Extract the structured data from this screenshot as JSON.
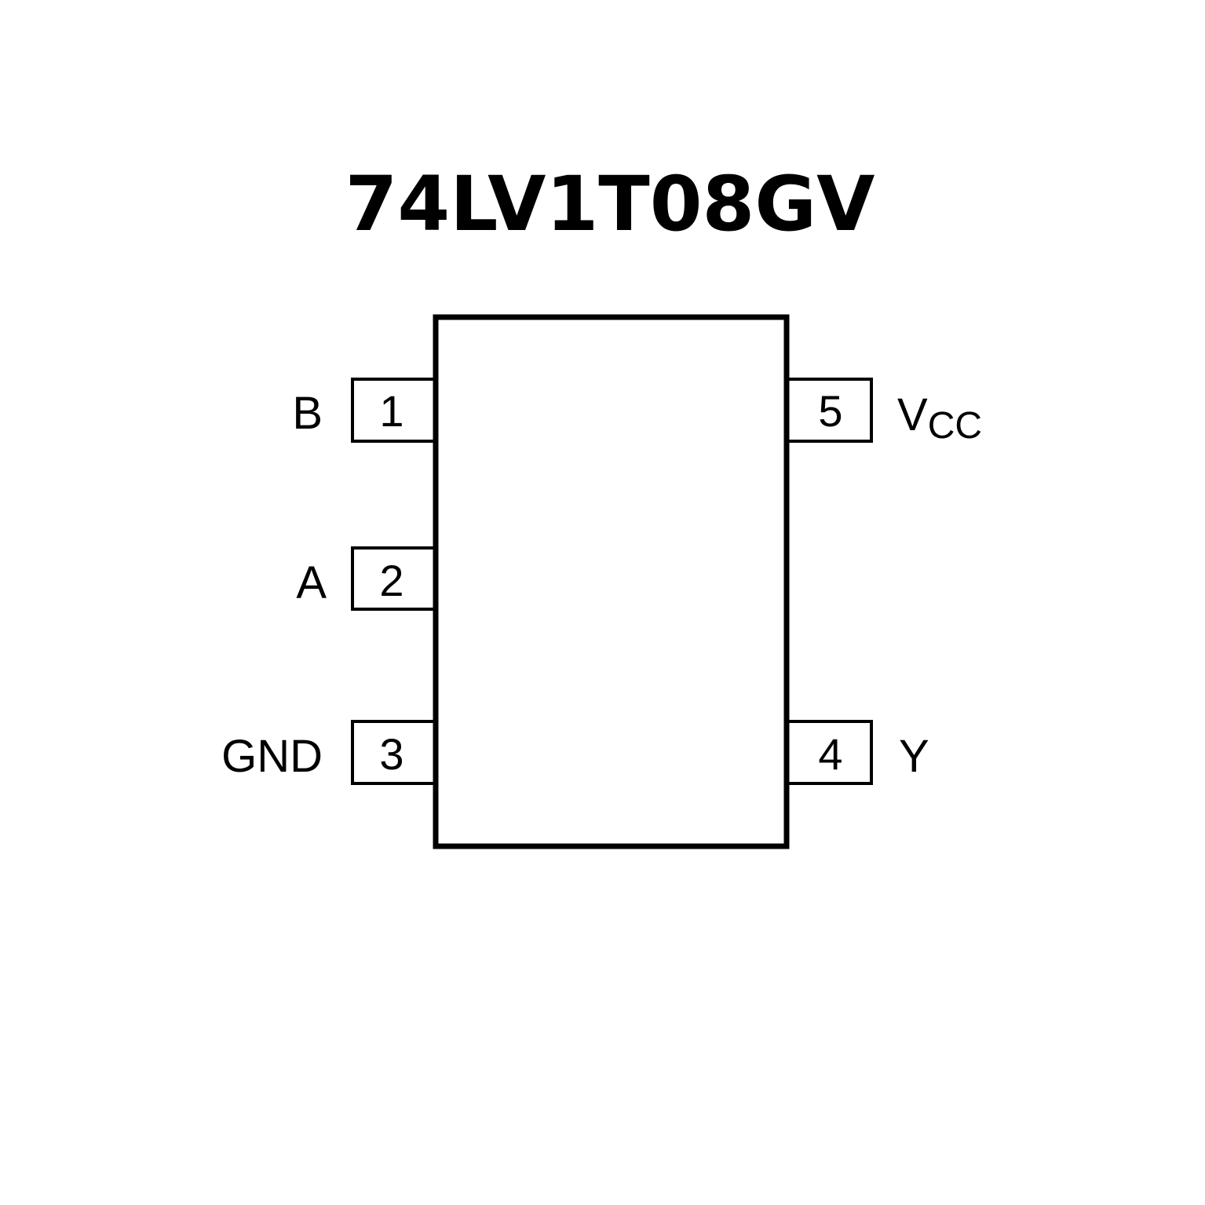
{
  "title": "74LV1T08GV",
  "pins": {
    "p1": {
      "number": "1",
      "name": "B"
    },
    "p2": {
      "number": "2",
      "name": "A"
    },
    "p3": {
      "number": "3",
      "name": "GND"
    },
    "p4": {
      "number": "4",
      "name": "Y"
    },
    "p5": {
      "number": "5",
      "name": "V",
      "name_subscript": "CC"
    }
  }
}
